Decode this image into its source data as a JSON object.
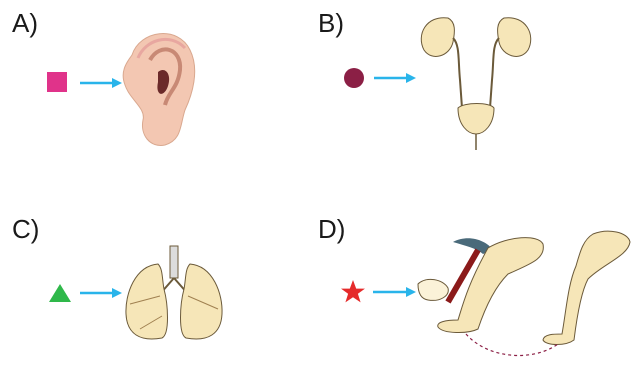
{
  "panels": [
    {
      "label": "A)",
      "symbol": "square-symbol",
      "symbol_color": "#e0338a",
      "organ": "ear-illustration"
    },
    {
      "label": "B)",
      "symbol": "circle-symbol",
      "symbol_color": "#8b1f45",
      "organ": "urinary-system-illustration"
    },
    {
      "label": "C)",
      "symbol": "triangle-symbol",
      "symbol_color": "#2fb84a",
      "organ": "lungs-illustration"
    },
    {
      "label": "D)",
      "symbol": "star-symbol",
      "symbol_color": "#e52b2b",
      "organ": "knee-reflex-illustration"
    }
  ],
  "arrow_color": "#29b4ea",
  "skin_color": "#f6e6b8",
  "outline_color": "#6b5a3a"
}
